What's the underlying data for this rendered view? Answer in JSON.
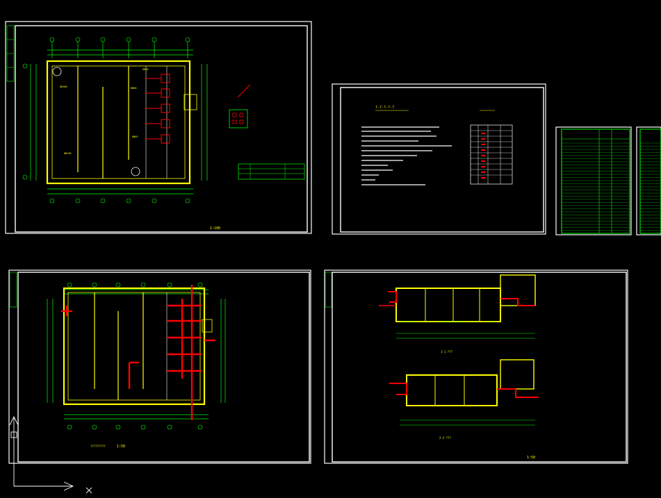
{
  "colors": {
    "background": "#000000",
    "frame": "#ffffff",
    "dimension": "#00ff00",
    "wall": "#ffff00",
    "pipe": "#ff0000",
    "text": "#ffff00"
  },
  "sheets": [
    {
      "id": "sheet-1",
      "kind": "floor-plan",
      "label": "1:100"
    },
    {
      "id": "sheet-2",
      "kind": "design-notes",
      "label": "?-?-?-?-?"
    },
    {
      "id": "sheet-3",
      "kind": "material-table",
      "label": ""
    },
    {
      "id": "sheet-4",
      "kind": "pipe-plan",
      "label": "1:50"
    },
    {
      "id": "sheet-5",
      "kind": "sections",
      "label": "1:50"
    }
  ],
  "section_labels": [
    "1-1 ???",
    "2-2 ???"
  ],
  "plan_titles": [
    "??????",
    "?????????"
  ],
  "ucs_icon": "ucs-axis-icon"
}
